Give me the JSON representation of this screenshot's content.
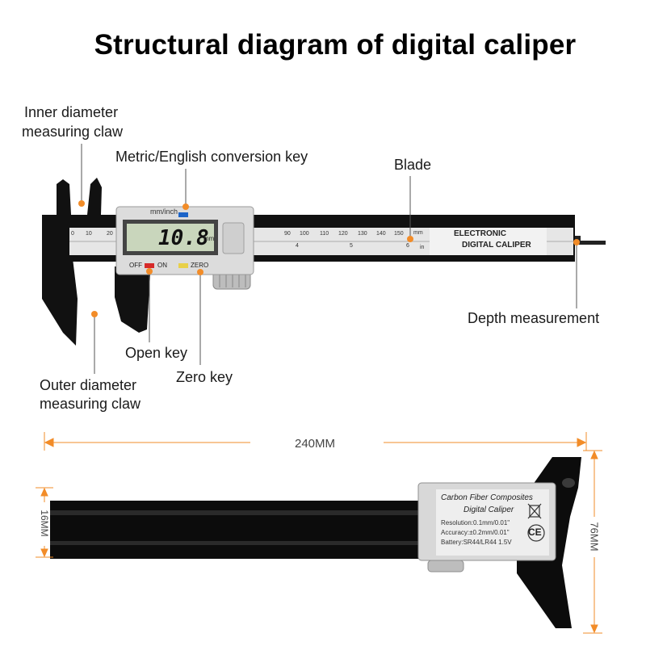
{
  "title": "Structural diagram of digital caliper",
  "labels": {
    "inner_claw_line1": "Inner diameter",
    "inner_claw_line2": "measuring claw",
    "conversion_key": "Metric/English conversion key",
    "blade": "Blade",
    "depth": "Depth measurement",
    "open_key": "Open key",
    "zero_key": "Zero key",
    "outer_claw_line1": "Outer diameter",
    "outer_claw_line2": "measuring claw"
  },
  "device": {
    "unit_button_label": "mm/inch",
    "display_value": "10.8",
    "display_unit": "mm",
    "off_label": "OFF",
    "on_label": "ON",
    "zero_label": "ZERO",
    "brand_line1": "ELECTRONIC",
    "brand_line2": "DIGITAL CALIPER",
    "scale_mm": [
      "0",
      "10",
      "20",
      "90",
      "100",
      "110",
      "120",
      "130",
      "140",
      "150"
    ],
    "scale_in": [
      "4",
      "5",
      "6"
    ],
    "unit_mm": "mm",
    "unit_in": "in"
  },
  "dimensions": {
    "length": "240MM",
    "width": "16MM",
    "height": "76MM"
  },
  "plate": {
    "line1": "Carbon Fiber Composites",
    "line2": "Digital Caliper",
    "resolution": "Resolution:0.1mm/0.01\"",
    "accuracy": "Accuracy:±0.2mm/0.01\"",
    "battery": "Battery:SR44/LR44 1.5V",
    "ce_mark": "CE"
  },
  "colors": {
    "accent": "#f28c28",
    "caliper_black": "#111111",
    "scale_silver": "#e6e6e6",
    "lcd_green": "#c9d6bc",
    "off_button": "#d62a2a",
    "zero_button": "#e8d04a",
    "mode_button": "#1c64c8"
  }
}
